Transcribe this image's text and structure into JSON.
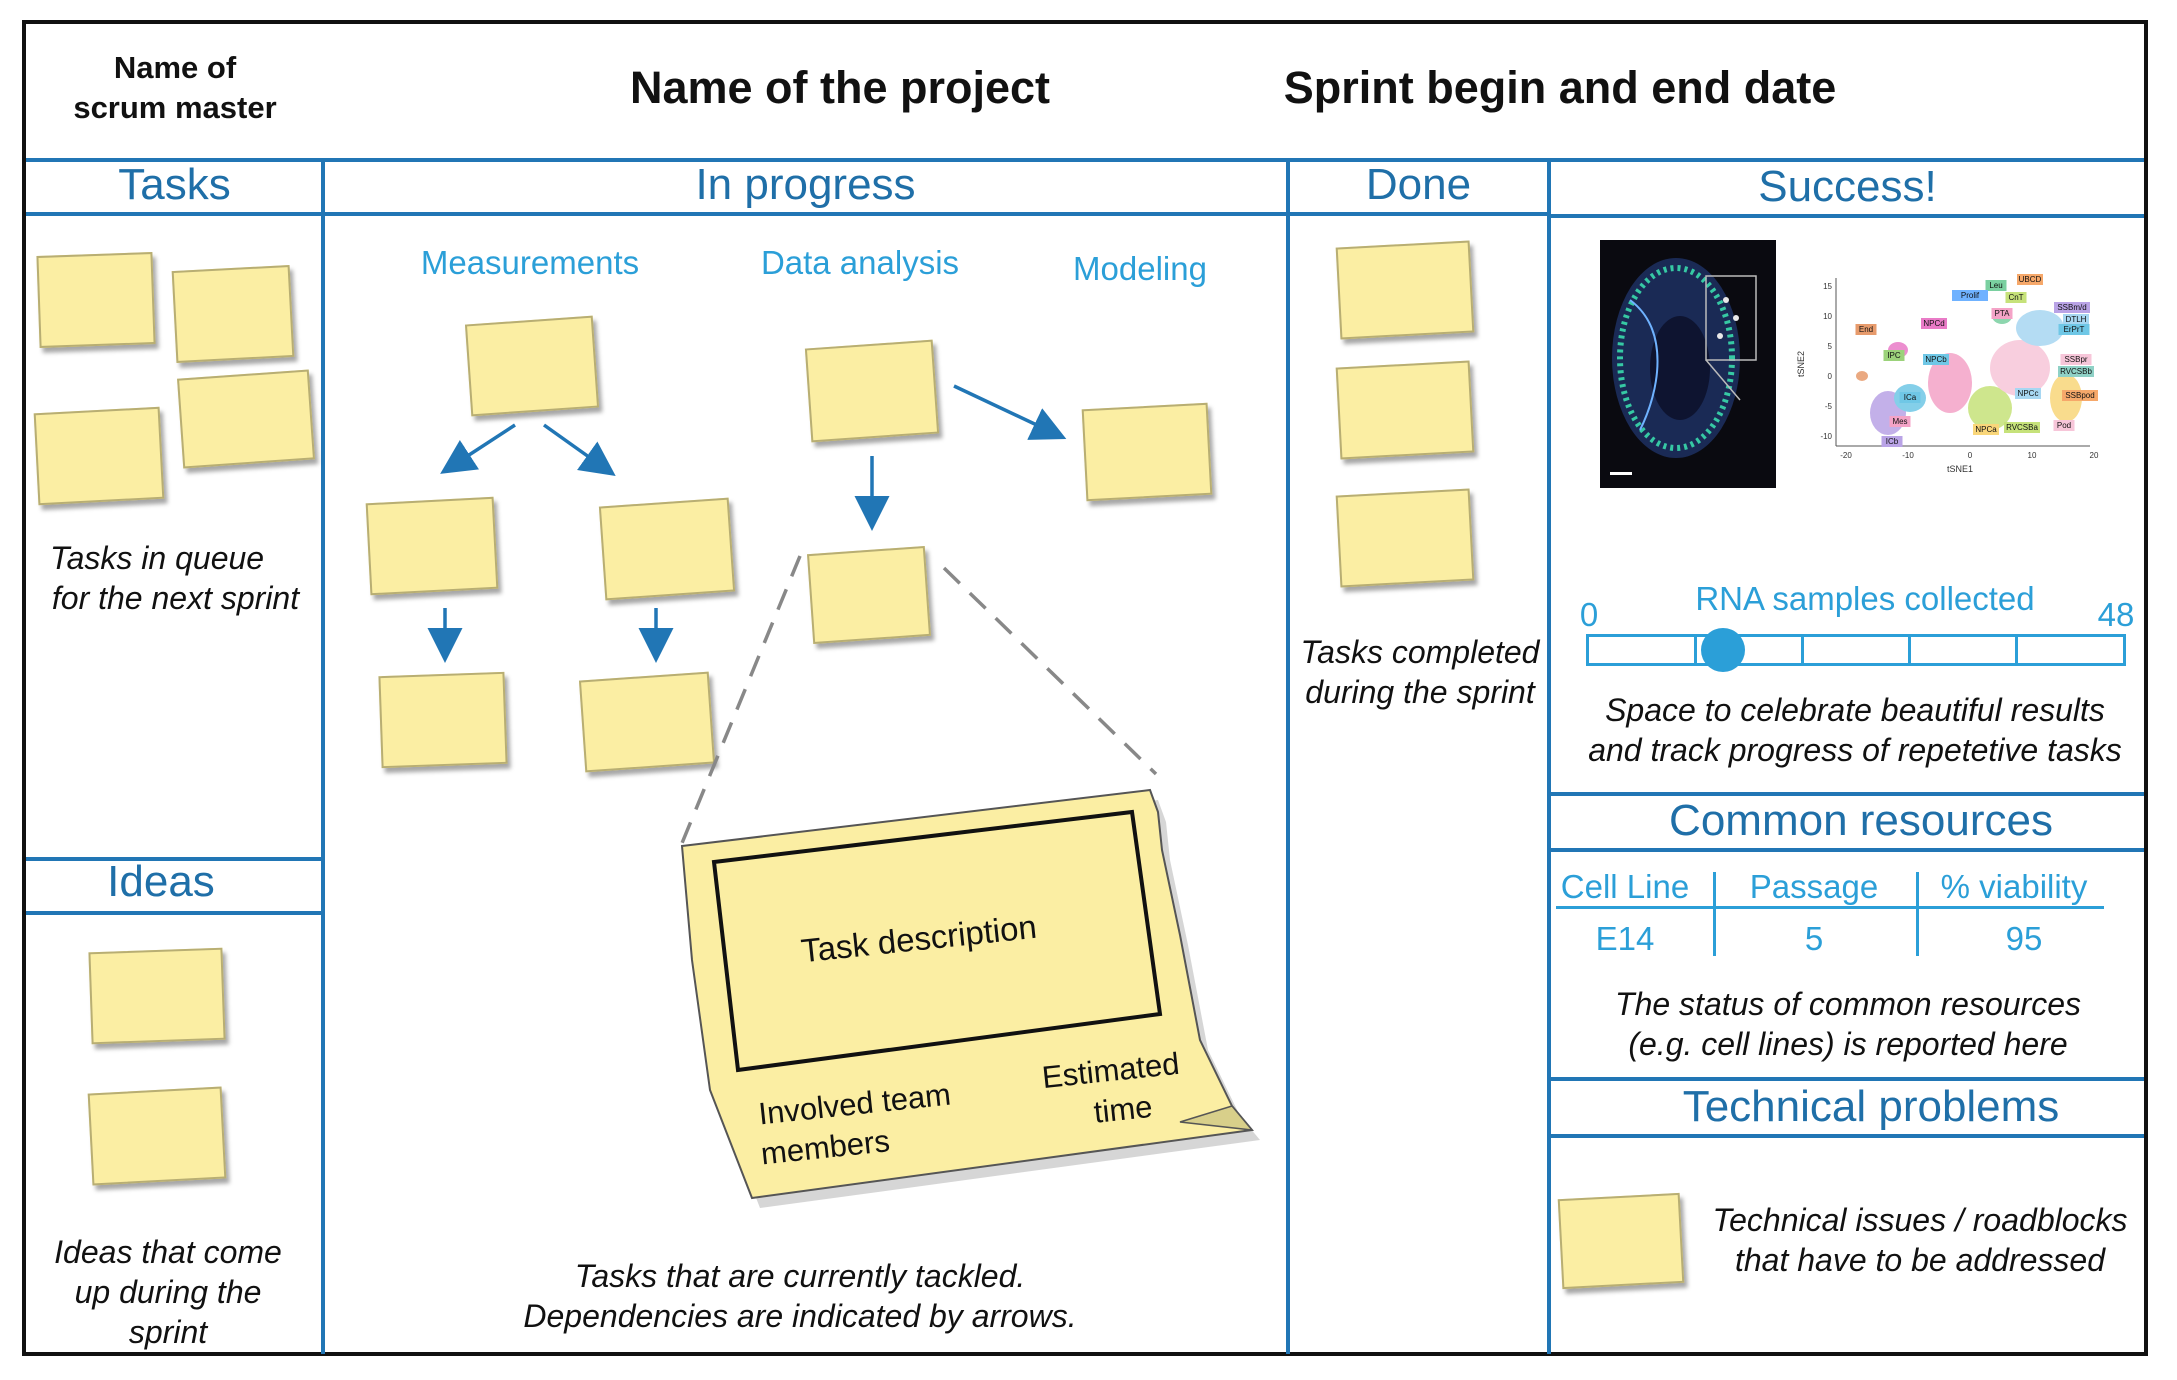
{
  "header": {
    "scrum_master_line1": "Name of",
    "scrum_master_line2": "scrum master",
    "project": "Name of the project",
    "sprint": "Sprint begin and end date"
  },
  "columns": {
    "tasks": "Tasks",
    "in_progress": "In progress",
    "done": "Done",
    "success": "Success!",
    "ideas": "Ideas",
    "common_resources": "Common resources",
    "technical_problems": "Technical problems"
  },
  "in_progress_sub": {
    "measurements": "Measurements",
    "data_analysis": "Data analysis",
    "modeling": "Modeling"
  },
  "notes": {
    "tasks_l1": "Tasks in queue",
    "tasks_l2": "for the next sprint",
    "ideas_l1": "Ideas that come",
    "ideas_l2": "up during the",
    "ideas_l3": "sprint",
    "progress_l1": "Tasks that are currently tackled.",
    "progress_l2": "Dependencies are indicated by arrows.",
    "done_l1": "Tasks completed",
    "done_l2": "during the sprint",
    "success_l1": "Space to celebrate beautiful results",
    "success_l2": "and track progress of repetetive tasks",
    "resources_l1": "The status of common resources",
    "resources_l2": "(e.g. cell lines) is reported here",
    "tech_l1": "Technical issues / roadblocks",
    "tech_l2": "that have to be addressed"
  },
  "big_note": {
    "description": "Task description",
    "team_l1": "Involved team",
    "team_l2": "members",
    "time_l1": "Estimated",
    "time_l2": "time"
  },
  "progress_bar": {
    "label": "RNA samples collected",
    "min": "0",
    "max": "48",
    "value": 12,
    "max_value": 48,
    "segments": 5
  },
  "resources_table": {
    "headers": [
      "Cell Line",
      "Passage",
      "% viability"
    ],
    "row": [
      "E14",
      "5",
      "95"
    ]
  },
  "tsne": {
    "ylabel": "tSNE2",
    "xlabel": "tSNE1",
    "yticks": [
      "15",
      "10",
      "5",
      "0",
      "-5",
      "-10"
    ],
    "xticks": [
      "-20",
      "-10",
      "0",
      "10",
      "20"
    ],
    "clusters": [
      "UBCD",
      "Leu",
      "Prolif",
      "CnT",
      "SSBm/d",
      "DTLH",
      "ErPrT",
      "PTA",
      "NPCd",
      "End",
      "SSBpr",
      "RVCSBb",
      "IPC",
      "NPCb",
      "SSBpod",
      "NPCc",
      "ICa",
      "Mes",
      "NPCa",
      "RVCSBa",
      "ICb",
      "Pod"
    ]
  },
  "colors": {
    "accent": "#2176b5",
    "subtitle": "#2b9fd8",
    "sticky": "#fbeea3"
  }
}
